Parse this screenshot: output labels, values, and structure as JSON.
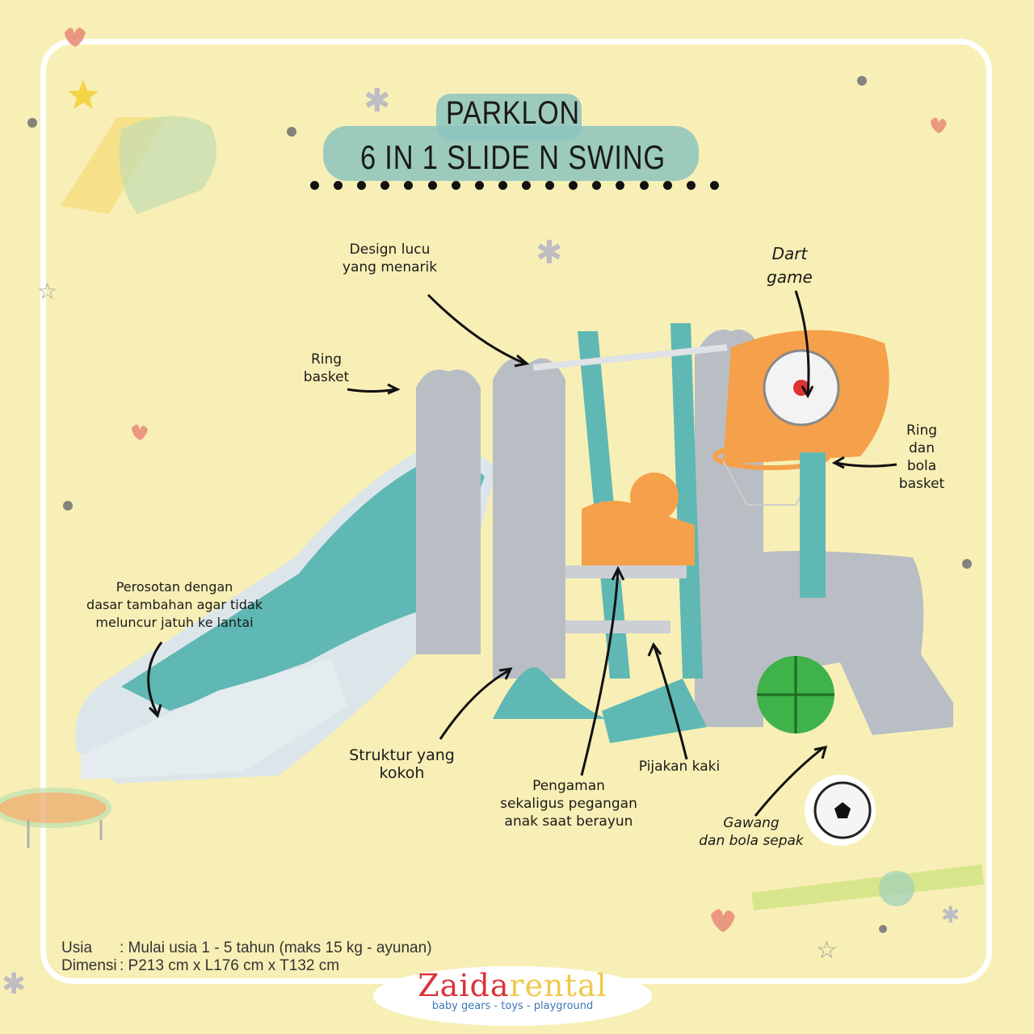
{
  "title": {
    "line1": "PARKLON",
    "line2": "6 IN 1 SLIDE N SWING"
  },
  "callouts": {
    "design": "Design lucu\nyang menarik",
    "dart": "Dart\ngame",
    "ring_basket": "Ring\nbasket",
    "ring_bola": "Ring\ndan\nbola\nbasket",
    "perosotan": "Perosotan dengan\ndasar tambahan agar tidak\nmeluncur jatuh ke lantai",
    "struktur": "Struktur yang kokoh",
    "pengaman": "Pengaman\nsekaligus pegangan\nanak saat berayun",
    "pijakan": "Pijakan kaki",
    "gawang": "Gawang\ndan bola sepak"
  },
  "specs": {
    "usia_label": "Usia",
    "usia_value": ": Mulai usia 1 - 5 tahun (maks 15 kg - ayunan)",
    "dimensi_label": "Dimensi",
    "dimensi_value": ": P213 cm x L176 cm x T132 cm"
  },
  "logo": {
    "name_part1": "Zaida",
    "name_part2": "rental",
    "tagline": "baby gears - toys - playground"
  },
  "colors": {
    "background": "#f8efb6",
    "teal": "#5fb8b4",
    "orange": "#f5a04a",
    "gray": "#b9bec4"
  }
}
